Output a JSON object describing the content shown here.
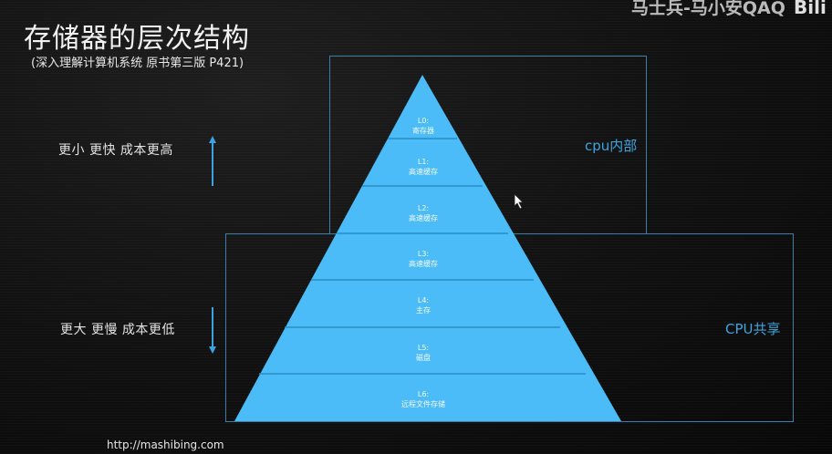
{
  "header": {
    "title": "存储器的层次结构",
    "subtitle": "(深入理解计算机系统 原书第三版 P421)",
    "watermark": "马士兵-马小安QAQ",
    "platform_logo": "Bili"
  },
  "annotations": {
    "top_note": "更小 更快 成本更高",
    "bottom_note": "更大 更慢 成本更低",
    "arrow_up_icon": "arrow-up",
    "arrow_down_icon": "arrow-down"
  },
  "groups": {
    "cpu_internal": "cpu内部",
    "cpu_shared": "CPU共享"
  },
  "pyramid": {
    "color": "#4bbcf7",
    "divider_color": "#2a8cc4",
    "layers": [
      {
        "level": "L0:",
        "name": "寄存器"
      },
      {
        "level": "L1:",
        "name": "高速缓存"
      },
      {
        "level": "L2:",
        "name": "高速缓存"
      },
      {
        "level": "L3:",
        "name": "高速缓存"
      },
      {
        "level": "L4:",
        "name": "主存"
      },
      {
        "level": "L5:",
        "name": "磁盘"
      },
      {
        "level": "L6:",
        "name": "远程文件存储"
      }
    ]
  },
  "footer": {
    "url": "http://mashibing.com"
  }
}
